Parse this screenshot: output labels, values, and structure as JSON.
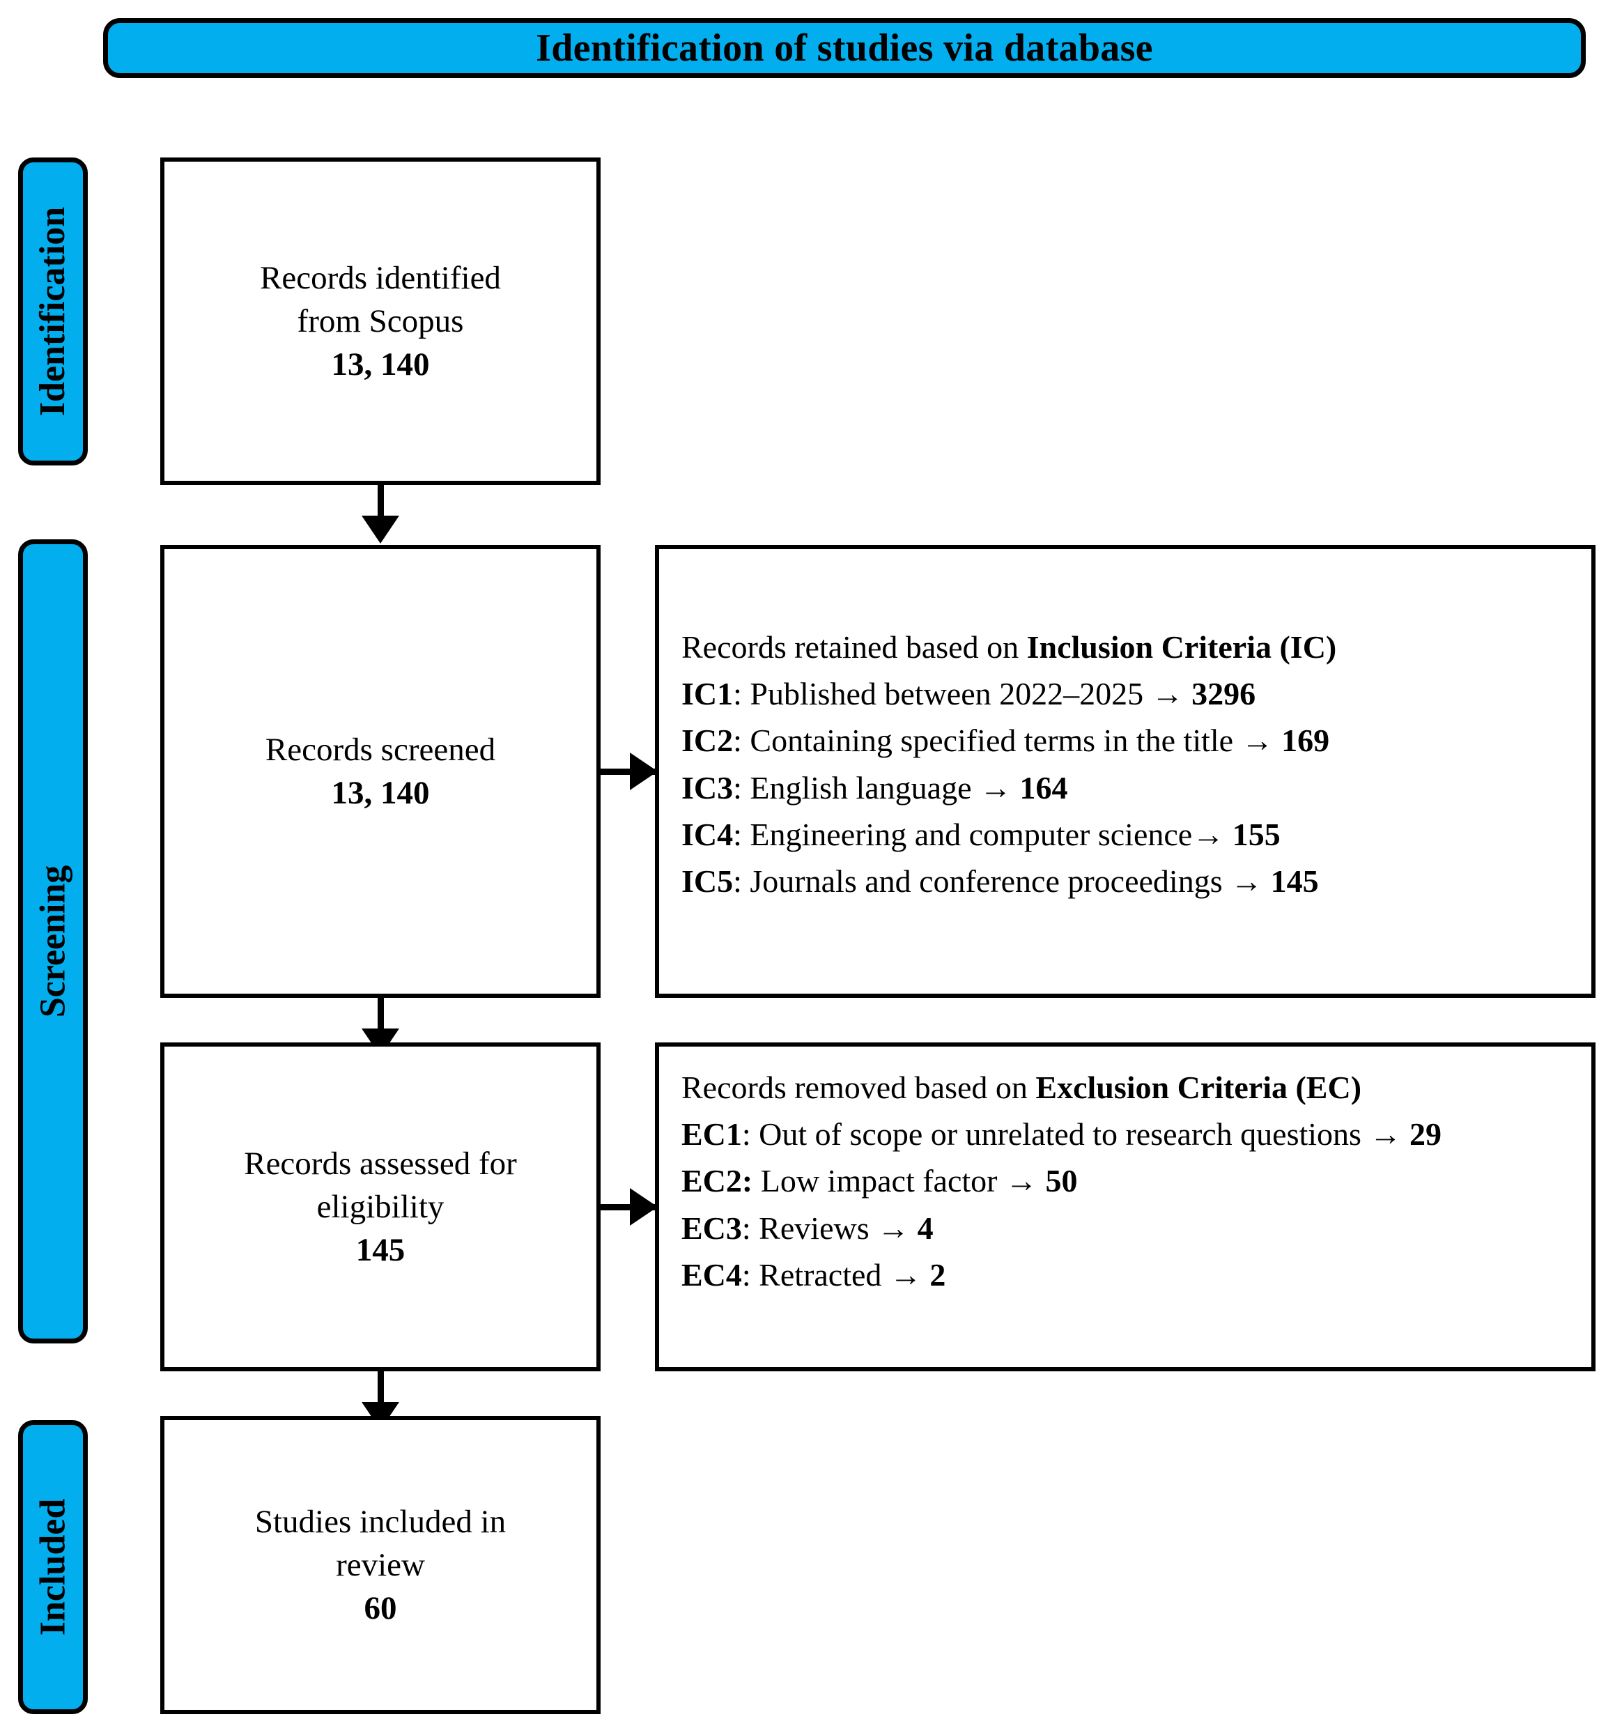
{
  "banner": {
    "title": "Identification of studies via database"
  },
  "stages": [
    {
      "id": "identification",
      "label": "Identification"
    },
    {
      "id": "screening",
      "label": "Screening"
    },
    {
      "id": "included",
      "label": "Included"
    }
  ],
  "nodes": {
    "identified": {
      "line1": "Records identified",
      "line2": "from Scopus",
      "count": "13, 140"
    },
    "screened": {
      "line1": "Records screened",
      "count": "13, 140"
    },
    "eligibility": {
      "line1": "Records assessed for",
      "line2": "eligibility",
      "count": "145"
    },
    "included": {
      "line1": "Studies included in",
      "line2": "review",
      "count": "60"
    }
  },
  "inclusion": {
    "heading_plain": "Records retained based on ",
    "heading_bold": "Inclusion Criteria (IC)",
    "items": [
      {
        "code": "IC1",
        "text": ": Published between 2022–2025 → ",
        "value": "3296"
      },
      {
        "code": "IC2",
        "text": ": Containing specified terms in the title → ",
        "value": "169"
      },
      {
        "code": "IC3",
        "text": ": English language → ",
        "value": "164"
      },
      {
        "code": "IC4",
        "text": ": Engineering and computer science→ ",
        "value": "155"
      },
      {
        "code": "IC5",
        "text": ": Journals and conference proceedings → ",
        "value": "145"
      }
    ]
  },
  "exclusion": {
    "heading_plain": "Records removed based on ",
    "heading_bold": "Exclusion Criteria (EC)",
    "items": [
      {
        "code": "EC1",
        "text": ": Out of scope or unrelated to research questions → ",
        "value": "29"
      },
      {
        "code": "EC2:",
        "text": " Low impact factor → ",
        "value": "50"
      },
      {
        "code": "EC3",
        "text": ": Reviews → ",
        "value": "4"
      },
      {
        "code": "EC4",
        "text": ": Retracted → ",
        "value": "2"
      }
    ]
  },
  "colors": {
    "accent_blue": "#03AEEE",
    "outline_black": "#000000",
    "box_fill": "#FFFFFF"
  },
  "chart_data": {
    "type": "diagram",
    "title": "Identification of studies via database",
    "stages": [
      "Identification",
      "Screening",
      "Included"
    ],
    "flow": [
      {
        "step": "Records identified from Scopus",
        "n": 13140
      },
      {
        "step": "Records screened",
        "n": 13140
      },
      {
        "step": "Records assessed for eligibility",
        "n": 145
      },
      {
        "step": "Studies included in review",
        "n": 60
      }
    ],
    "inclusion_criteria": [
      {
        "code": "IC1",
        "label": "Published between 2022–2025",
        "n": 3296
      },
      {
        "code": "IC2",
        "label": "Containing specified terms in the title",
        "n": 169
      },
      {
        "code": "IC3",
        "label": "English language",
        "n": 164
      },
      {
        "code": "IC4",
        "label": "Engineering and computer science",
        "n": 155
      },
      {
        "code": "IC5",
        "label": "Journals and conference proceedings",
        "n": 145
      }
    ],
    "exclusion_criteria": [
      {
        "code": "EC1",
        "label": "Out of scope or unrelated to research questions",
        "n": 29
      },
      {
        "code": "EC2",
        "label": "Low impact factor",
        "n": 50
      },
      {
        "code": "EC3",
        "label": "Reviews",
        "n": 4
      },
      {
        "code": "EC4",
        "label": "Retracted",
        "n": 2
      }
    ]
  }
}
